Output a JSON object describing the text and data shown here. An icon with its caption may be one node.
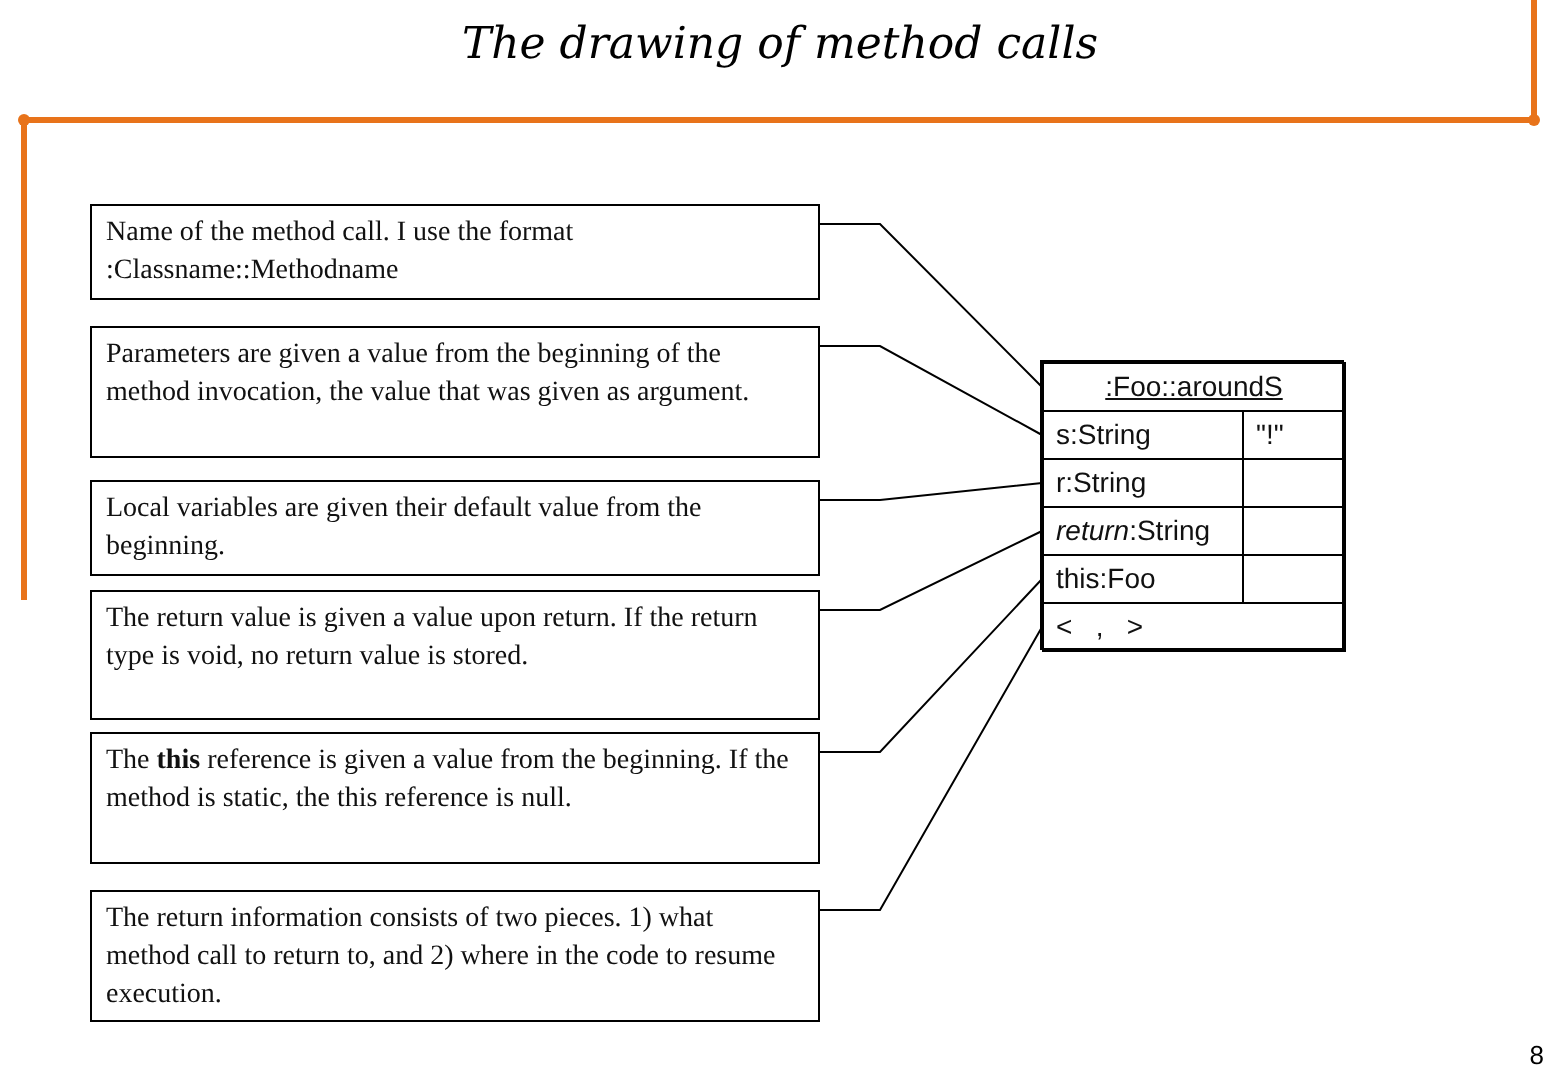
{
  "diagram": {
    "title": "The drawing of method calls",
    "nodes": [
      {
        "text": [
          "Name of the method call. I use the format :Classname::Methodname"
        ]
      },
      {
        "text": [
          "Parameters are given a value from the beginning of the method invocation, the value that was given as argument."
        ]
      },
      {
        "text": [
          "Local variables are given their default value from the beginning."
        ]
      },
      {
        "text": [
          "The return value is given a value upon return. If the return type is void, no return value is stored."
        ]
      },
      {
        "text": [
          "The **this** reference is given a value from the beginning. If the method is static, the this reference is null."
        ]
      },
      {
        "text": [
          "The return information consists of two pieces. 1) what method call to return to, and 2) where in the code to resume execution."
        ]
      },
      {
        "text": [],
        "shape": "box"
      },
      {
        "text": [
          ":Foo::aroundS"
        ],
        "in": 6
      },
      {
        "text": [
          "s:String"
        ],
        "in": 6
      },
      {
        "text": [
          "\"!\""
        ],
        "in": 6
      },
      {
        "text": [
          "r:String"
        ],
        "in": 6
      },
      {
        "text": [],
        "shape": "box",
        "in": 6
      },
      {
        "text": [
          "*return*:String"
        ],
        "in": 6
      },
      {
        "text": [],
        "shape": "box",
        "in": 6
      },
      {
        "text": [
          "this:Foo"
        ],
        "in": 6
      },
      {
        "text": [],
        "shape": "box",
        "in": 6
      },
      {
        "text": [
          "<   ,   >"
        ],
        "in": 6
      }
    ],
    "edges": [
      {
        "from": 0,
        "to": 7,
        "arrow": "none"
      },
      {
        "from": 1,
        "to": 8,
        "arrow": "none"
      },
      {
        "from": 2,
        "to": 10,
        "arrow": "none"
      },
      {
        "from": 3,
        "to": 12,
        "arrow": "none"
      },
      {
        "from": 4,
        "to": 14,
        "arrow": "none"
      },
      {
        "from": 5,
        "to": 16,
        "arrow": "none"
      }
    ],
    "labels": [
      "8"
    ]
  }
}
